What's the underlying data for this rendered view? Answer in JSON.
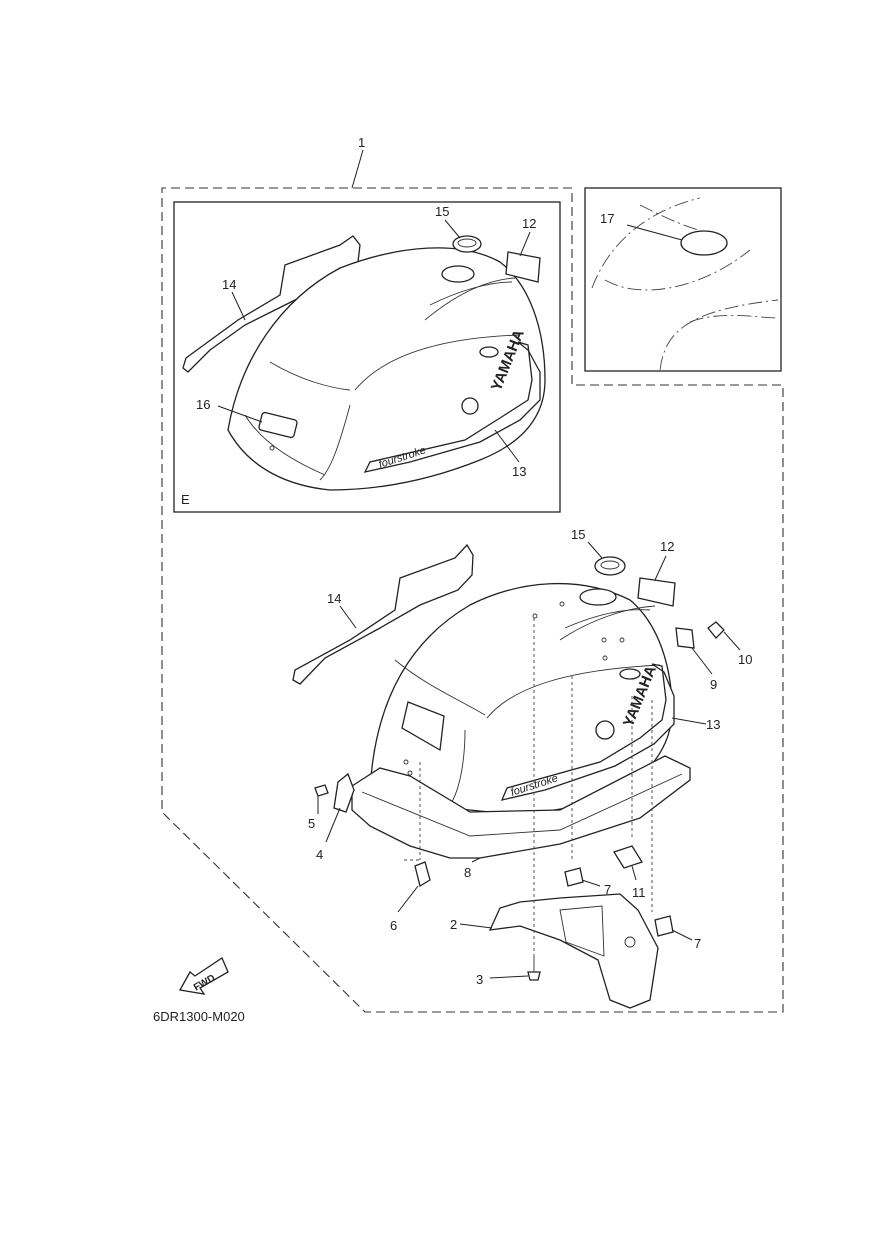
{
  "diagram_code": "6DR1300-M020",
  "inset_label": "E",
  "fwd_label": "FWD",
  "callouts": {
    "c1": "1",
    "c2": "2",
    "c3": "3",
    "c4": "4",
    "c5": "5",
    "c6": "6",
    "c7a": "7",
    "c7b": "7",
    "c8": "8",
    "c9": "9",
    "c10": "10",
    "c11": "11",
    "c12_inset": "12",
    "c12_main": "12",
    "c13_inset": "13",
    "c13_main": "13",
    "c14_inset": "14",
    "c14_main": "14",
    "c15_inset": "15",
    "c15_main": "15",
    "c16": "16",
    "c17": "17"
  },
  "decal": {
    "brand": "YAMAHA",
    "series": "fourstroke"
  }
}
